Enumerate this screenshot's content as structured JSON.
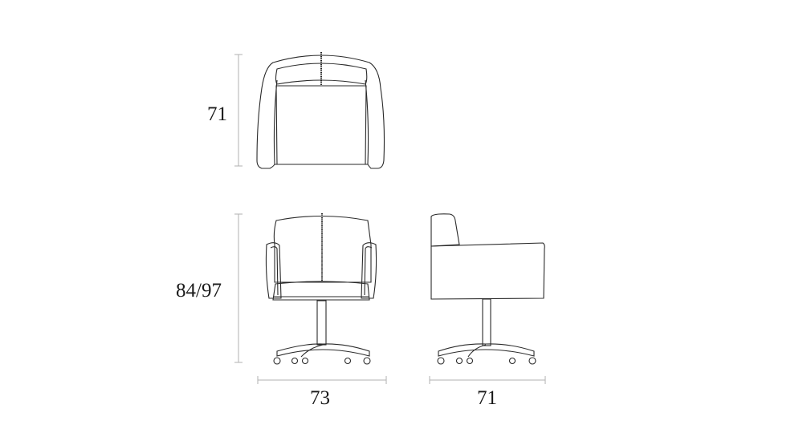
{
  "drawing": {
    "views": [
      {
        "name": "top-view",
        "dimension_label": "71",
        "dimension_axis": "vertical"
      },
      {
        "name": "front-view",
        "height_label": "84/97",
        "width_label": "73"
      },
      {
        "name": "side-view",
        "width_label": "71"
      }
    ],
    "colors": {
      "line": "#2a2a2a",
      "dimension_line": "#b0b0b0",
      "background": "#ffffff"
    }
  }
}
